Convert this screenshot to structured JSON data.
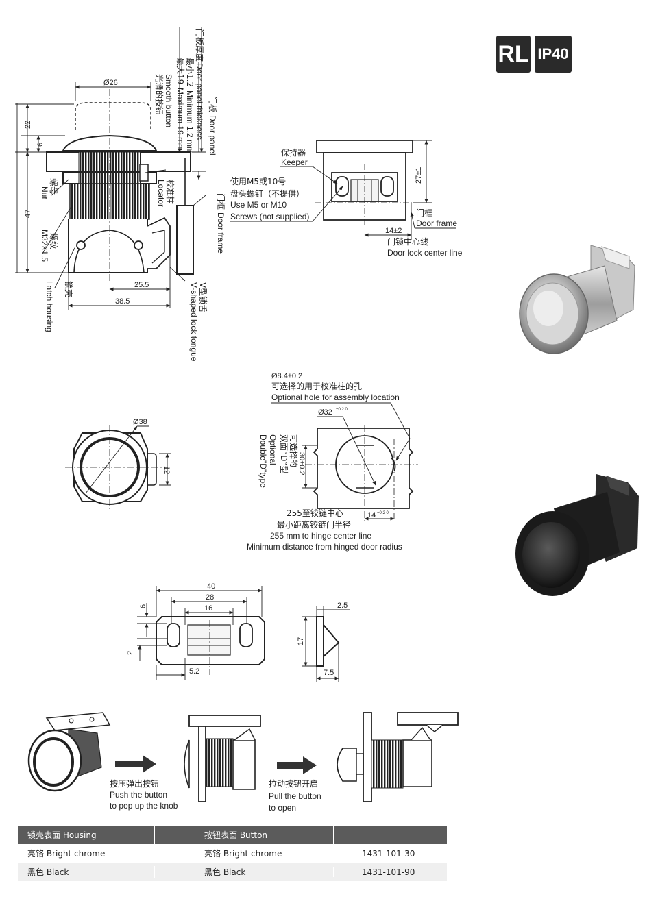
{
  "badges": {
    "rl": "RL",
    "ip": "IP40"
  },
  "side_view": {
    "dia26": "Ø26",
    "door_thickness_cn": "门板厚度",
    "door_thickness_en": "Door panel thickness",
    "min_cn": "最小1.2",
    "min_en": "Minimum 1.2 mm",
    "max_cn": "最大19",
    "max_en": "Maximum 19 mm",
    "smooth_cn": "光滑的按钮",
    "smooth_en": "Smooth button",
    "door_panel_cn": "门板",
    "door_panel_en": "Door panel",
    "dim22": "22",
    "dim6": "6",
    "dim47": "47",
    "nut_cn": "螺母",
    "nut_en": "Nut",
    "thread_cn": "螺纹",
    "thread_en": "M32×1.5",
    "locator_cn": "校准柱",
    "locator_en": "Locator",
    "frame_cn": "门框",
    "frame_en": "Door frame",
    "dim255": "25.5",
    "dim385": "38.5",
    "housing_cn": "锁壳",
    "housing_en": "Latch housing",
    "tongue_cn": "V型锁舌",
    "tongue_en": "V-shaped lock tongue"
  },
  "keeper_view": {
    "keeper_cn": "保持器",
    "keeper_en": "Keeper",
    "screw_cn1": "使用M5或10号",
    "screw_cn2": "盘头螺钉（不提供）",
    "screw_en1": "Use M5 or M10",
    "screw_en2": "Screws (not supplied)",
    "dim27": "27±1",
    "frame_cn": "门框",
    "frame_en": "Door frame",
    "dim14": "14±2",
    "center_cn": "门锁中心线",
    "center_en": "Door lock center line"
  },
  "front_view": {
    "dia38": "Ø38",
    "dim12": "12"
  },
  "cutout_view": {
    "hole_dim": "Ø8.4±0.2",
    "hole_cn": "可选择的用于校准柱的孔",
    "hole_en": "Optional hole for assembly location",
    "dia32": "Ø32",
    "dia32_tol": "+0.2 0",
    "dim30": "30±0.2",
    "opt_cn1": "可选择的",
    "opt_cn2": "双面“D”型",
    "opt_en1": "Optional",
    "opt_en2": "Double\"D\"type",
    "hinge_cn1": "255至铰链中心",
    "hinge_cn2": "最小距离铰链门半径",
    "hinge_en1": "255 mm to hinge center line",
    "hinge_en2": "Minimum distance from hinged door radius",
    "dim14": "14",
    "dim14_tol": "+0.2 0"
  },
  "keeper_detail": {
    "dim40": "40",
    "dim28": "28",
    "dim16": "16",
    "dim6": "6",
    "dim2": "2",
    "dim52": "5.2",
    "dim25": "2.5",
    "dim17": "17",
    "dim75": "7.5"
  },
  "operation": {
    "push_cn": "按压弹出按钮",
    "push_en1": "Push the button",
    "push_en2": "to pop up the knob",
    "pull_cn": "拉动按钮开启",
    "pull_en1": "Pull the button",
    "pull_en2": "to open"
  },
  "table": {
    "headers": [
      "锁壳表面 Housing",
      "按钮表面 Button",
      ""
    ],
    "rows": [
      [
        "亮铬 Bright chrome",
        "亮铬 Bright chrome",
        "1431-101-30"
      ],
      [
        "黑色  Black",
        "黑色  Black",
        "1431-101-90"
      ]
    ]
  }
}
